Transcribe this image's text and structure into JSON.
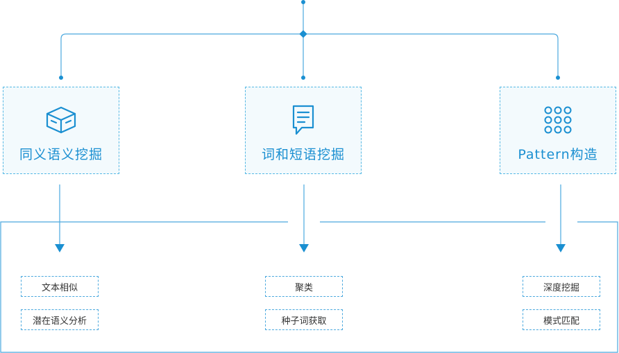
{
  "colors": {
    "accent": "#1a8fd1",
    "line": "#4aa8de",
    "card_bg": "#f3fafd",
    "text": "#333333"
  },
  "categories": [
    {
      "label": "同义语义挖掘",
      "icon": "cube-icon",
      "items": [
        "文本相似",
        "潜在语义分析"
      ]
    },
    {
      "label": "词和短语挖掘",
      "icon": "document-chat-icon",
      "items": [
        "聚类",
        "种子词获取"
      ]
    },
    {
      "label": "Pattern构造",
      "icon": "dot-grid-icon",
      "items": [
        "深度挖掘",
        "模式匹配"
      ]
    }
  ]
}
